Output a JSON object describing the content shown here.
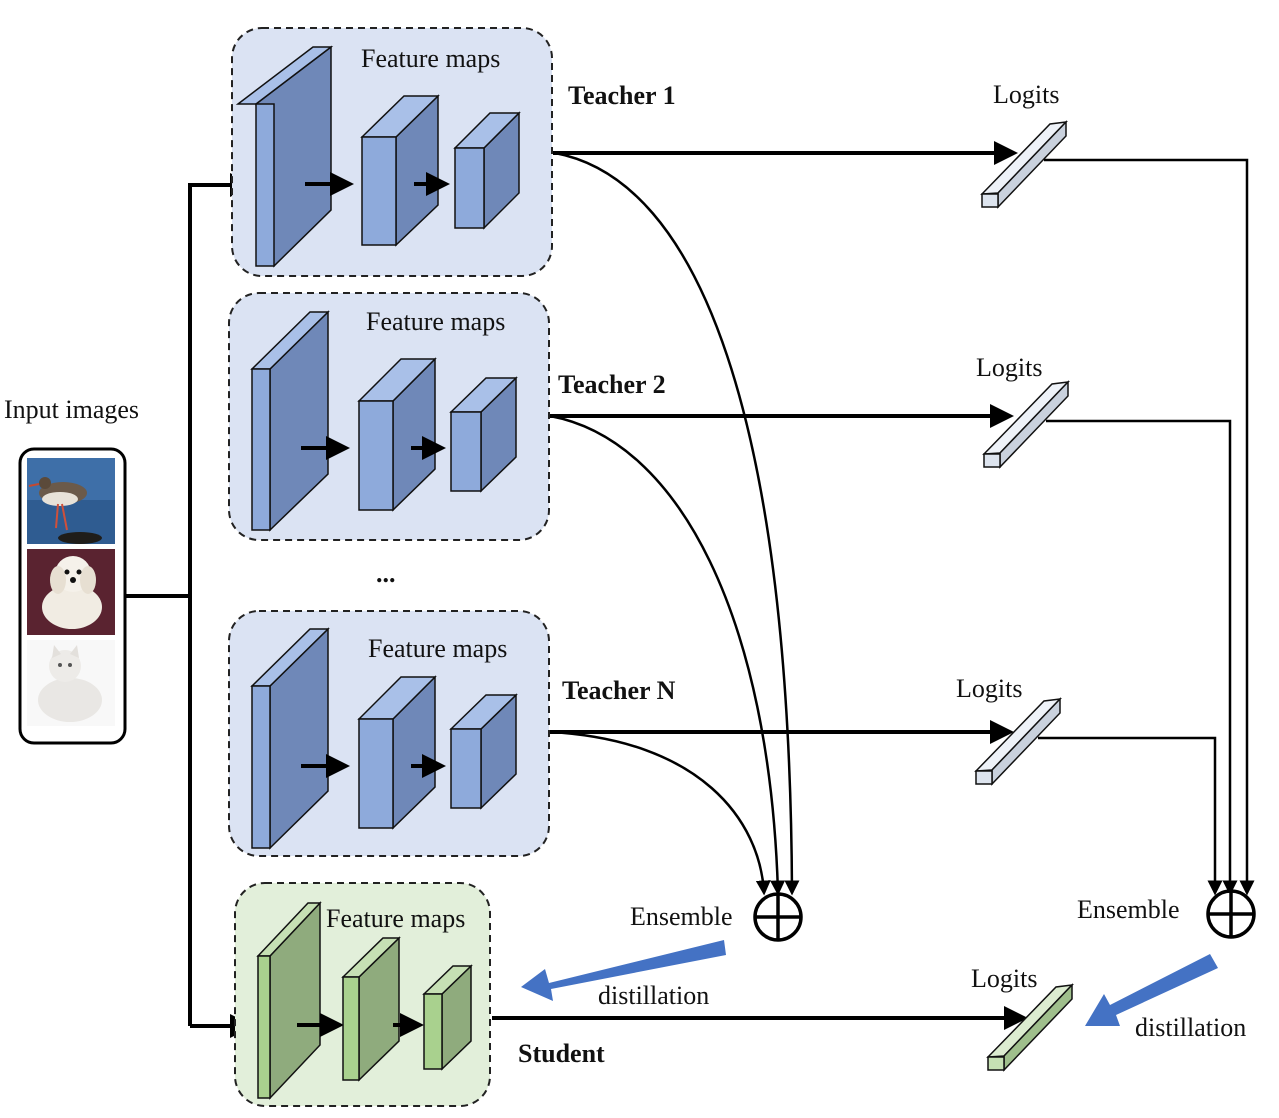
{
  "input": {
    "label": "Input images"
  },
  "teachers": [
    {
      "name": "Teacher 1",
      "feature_label": "Feature maps",
      "logits_label": "Logits"
    },
    {
      "name": "Teacher 2",
      "feature_label": "Feature maps",
      "logits_label": "Logits"
    },
    {
      "name": "Teacher N",
      "feature_label": "Feature maps",
      "logits_label": "Logits"
    }
  ],
  "ellipsis": "...",
  "student": {
    "name": "Student",
    "feature_label": "Feature maps",
    "logits_label": "Logits"
  },
  "ensemble_left": "Ensemble",
  "ensemble_right": "Ensemble",
  "distill_left": "distillation",
  "distill_right": "distillation",
  "colors": {
    "teacher_panel": "#dbe3f3",
    "teacher_block_front": "#8eaadb",
    "teacher_block_side": "#6f88b8",
    "teacher_block_top": "#a9c0e8",
    "student_panel": "#e2efda",
    "student_block_front": "#a9d18e",
    "student_block_side": "#8fab7d",
    "student_block_top": "#c6e0b4",
    "logit_teacher": "#dde4ee",
    "logit_student": "#c5e0b3",
    "distill_arrow": "#4472c4"
  },
  "icons": [
    "bird-image",
    "dog-image",
    "cat-image",
    "plus-circle-icon"
  ]
}
